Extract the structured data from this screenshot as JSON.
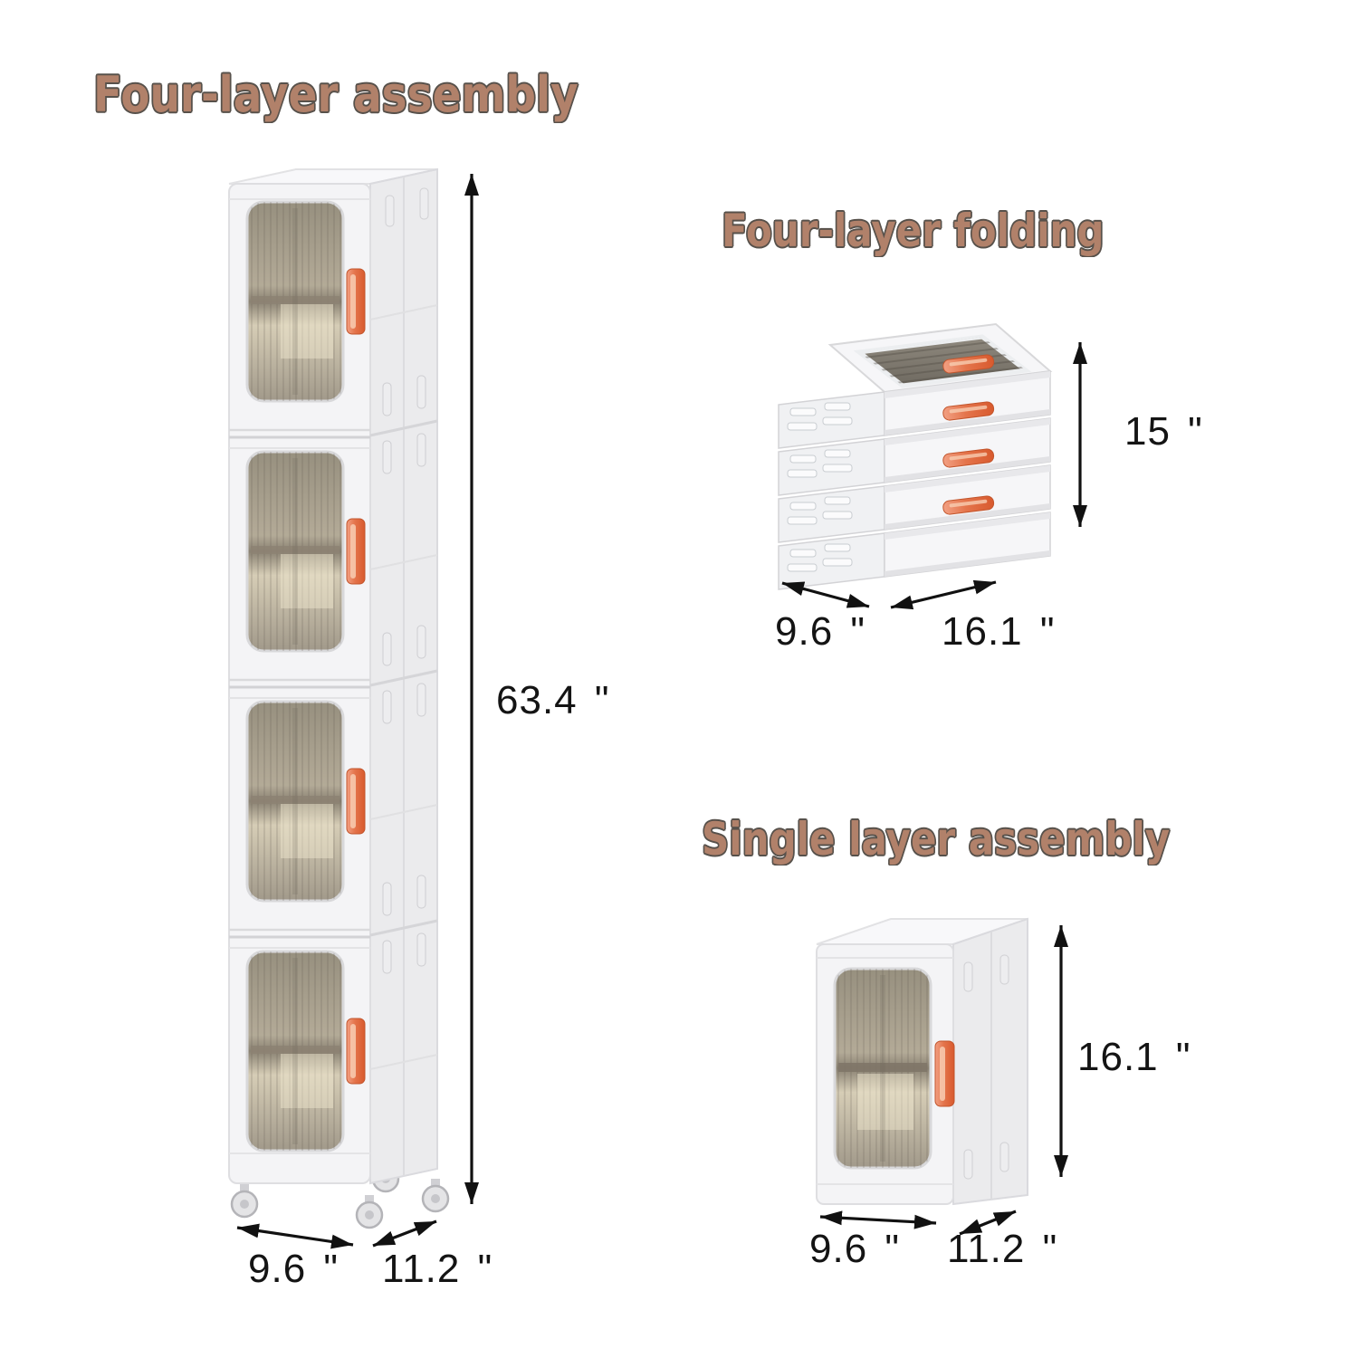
{
  "palette": {
    "title_brown": "#b1816a",
    "title_outline": "#57514b",
    "dimension_text": "#141414",
    "accent_orange": "#e06a3e",
    "cabinet_white": "#f4f4f6",
    "cabinet_side": "#ebebed",
    "window_smoke": "#a89e8b",
    "window_dark": "#7a7468",
    "wheel_gray": "#c9c9cc"
  },
  "sections": {
    "four_layer_assembly": {
      "title": "Four-layer assembly",
      "height_label": "63.4 \"",
      "width_label": "9.6 \"",
      "depth_label": "11.2 \""
    },
    "four_layer_folding": {
      "title": "Four-layer folding",
      "height_label": "15 \"",
      "width_label": "9.6 \"",
      "depth_label": "16.1 \""
    },
    "single_layer_assembly": {
      "title": "Single layer assembly",
      "height_label": "16.1 \"",
      "width_label": "9.6 \"",
      "depth_label": "11.2 \""
    }
  }
}
